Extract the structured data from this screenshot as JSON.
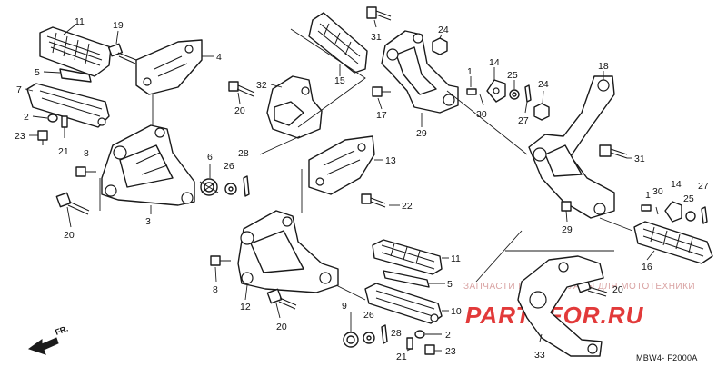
{
  "diagram": {
    "drawing_code": "MBW4- F2000A",
    "direction_label": "FR.",
    "watermark": {
      "line1": "ЗАПЧАСТИ И АКСЕССУАРЫ ДЛЯ МОТОТЕХНИКИ",
      "line2": "PARTSFOR.RU"
    },
    "callouts": [
      {
        "id": "c11a",
        "label": "11"
      },
      {
        "id": "c19",
        "label": "19"
      },
      {
        "id": "c4",
        "label": "4"
      },
      {
        "id": "c5a",
        "label": "5"
      },
      {
        "id": "c7",
        "label": "7"
      },
      {
        "id": "c2a",
        "label": "2"
      },
      {
        "id": "c23a",
        "label": "23"
      },
      {
        "id": "c21a",
        "label": "21"
      },
      {
        "id": "c8a",
        "label": "8"
      },
      {
        "id": "c3",
        "label": "3"
      },
      {
        "id": "c20a",
        "label": "20"
      },
      {
        "id": "c6",
        "label": "6"
      },
      {
        "id": "c26a",
        "label": "26"
      },
      {
        "id": "c28a",
        "label": "28"
      },
      {
        "id": "c32",
        "label": "32"
      },
      {
        "id": "c20b",
        "label": "20"
      },
      {
        "id": "c15",
        "label": "15"
      },
      {
        "id": "c31a",
        "label": "31"
      },
      {
        "id": "c24a",
        "label": "24"
      },
      {
        "id": "c29a",
        "label": "29"
      },
      {
        "id": "c17",
        "label": "17"
      },
      {
        "id": "c1a",
        "label": "1"
      },
      {
        "id": "c14a",
        "label": "14"
      },
      {
        "id": "c25a",
        "label": "25"
      },
      {
        "id": "c30a",
        "label": "30"
      },
      {
        "id": "c27a",
        "label": "27"
      },
      {
        "id": "c24b",
        "label": "24"
      },
      {
        "id": "c18",
        "label": "18"
      },
      {
        "id": "c13",
        "label": "13"
      },
      {
        "id": "c22",
        "label": "22"
      },
      {
        "id": "c31b",
        "label": "31"
      },
      {
        "id": "c1b",
        "label": "1"
      },
      {
        "id": "c30b",
        "label": "30"
      },
      {
        "id": "c14b",
        "label": "14"
      },
      {
        "id": "c25b",
        "label": "25"
      },
      {
        "id": "c27b",
        "label": "27"
      },
      {
        "id": "c29b",
        "label": "29"
      },
      {
        "id": "c16",
        "label": "16"
      },
      {
        "id": "c11b",
        "label": "11"
      },
      {
        "id": "c5b",
        "label": "5"
      },
      {
        "id": "c20c",
        "label": "20"
      },
      {
        "id": "c10",
        "label": "10"
      },
      {
        "id": "c8b",
        "label": "8"
      },
      {
        "id": "c12",
        "label": "12"
      },
      {
        "id": "c20d",
        "label": "20"
      },
      {
        "id": "c9",
        "label": "9"
      },
      {
        "id": "c26b",
        "label": "26"
      },
      {
        "id": "c28b",
        "label": "28"
      },
      {
        "id": "c21b",
        "label": "21"
      },
      {
        "id": "c2b",
        "label": "2"
      },
      {
        "id": "c23b",
        "label": "23"
      },
      {
        "id": "c33",
        "label": "33"
      }
    ]
  }
}
